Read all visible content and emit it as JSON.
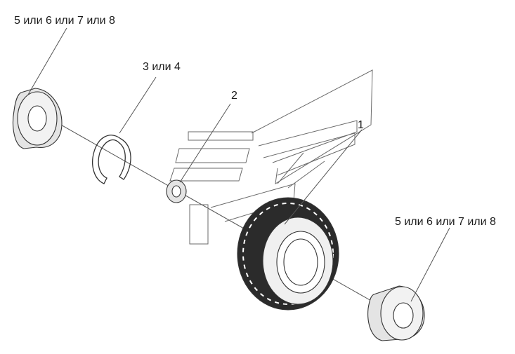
{
  "callouts": {
    "left_bearing": "5 или 6 или 7 или 8",
    "snap_ring": "3 или 4",
    "spacer": "2",
    "wheel": "1",
    "right_bearing": "5 или 6 или 7 или 8"
  },
  "colors": {
    "line": "#555555",
    "part_fill": "#f2f2f2",
    "part_shade": "#d9d9d9",
    "tire_dark": "#2b2b2b"
  }
}
